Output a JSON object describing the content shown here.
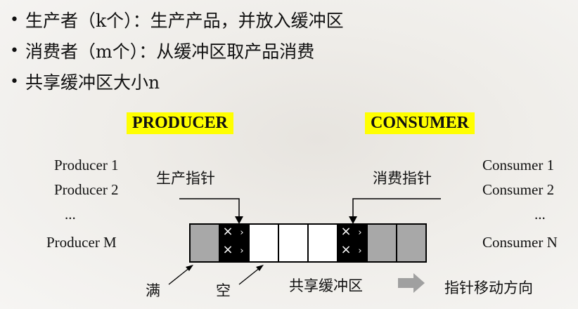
{
  "bullets": [
    "生产者（k个）：生产产品，并放入缓冲区",
    "消费者（m个）：从缓冲区取产品消费",
    "共享缓冲区大小n"
  ],
  "producer": {
    "tag": "PRODUCER",
    "items": [
      "Producer 1",
      "Producer 2",
      "...",
      "Producer M"
    ],
    "pointer_label": "生产指针"
  },
  "consumer": {
    "tag": "CONSUMER",
    "items": [
      "Consumer 1",
      "Consumer 2",
      "...",
      "Consumer N"
    ],
    "pointer_label": "消费指针"
  },
  "buffer": {
    "label": "共享缓冲区",
    "full_label": "满",
    "empty_label": "空",
    "cell_states": [
      "full",
      "busy",
      "empty",
      "empty",
      "empty",
      "busy",
      "full",
      "full"
    ],
    "busy_mark": "×",
    "colors": {
      "full": "#a8a8a8",
      "busy": "#000000",
      "empty": "#ffffff",
      "tag": "#ffff00",
      "arrow": "#a0a0a0"
    }
  },
  "direction_label": "指针移动方向"
}
